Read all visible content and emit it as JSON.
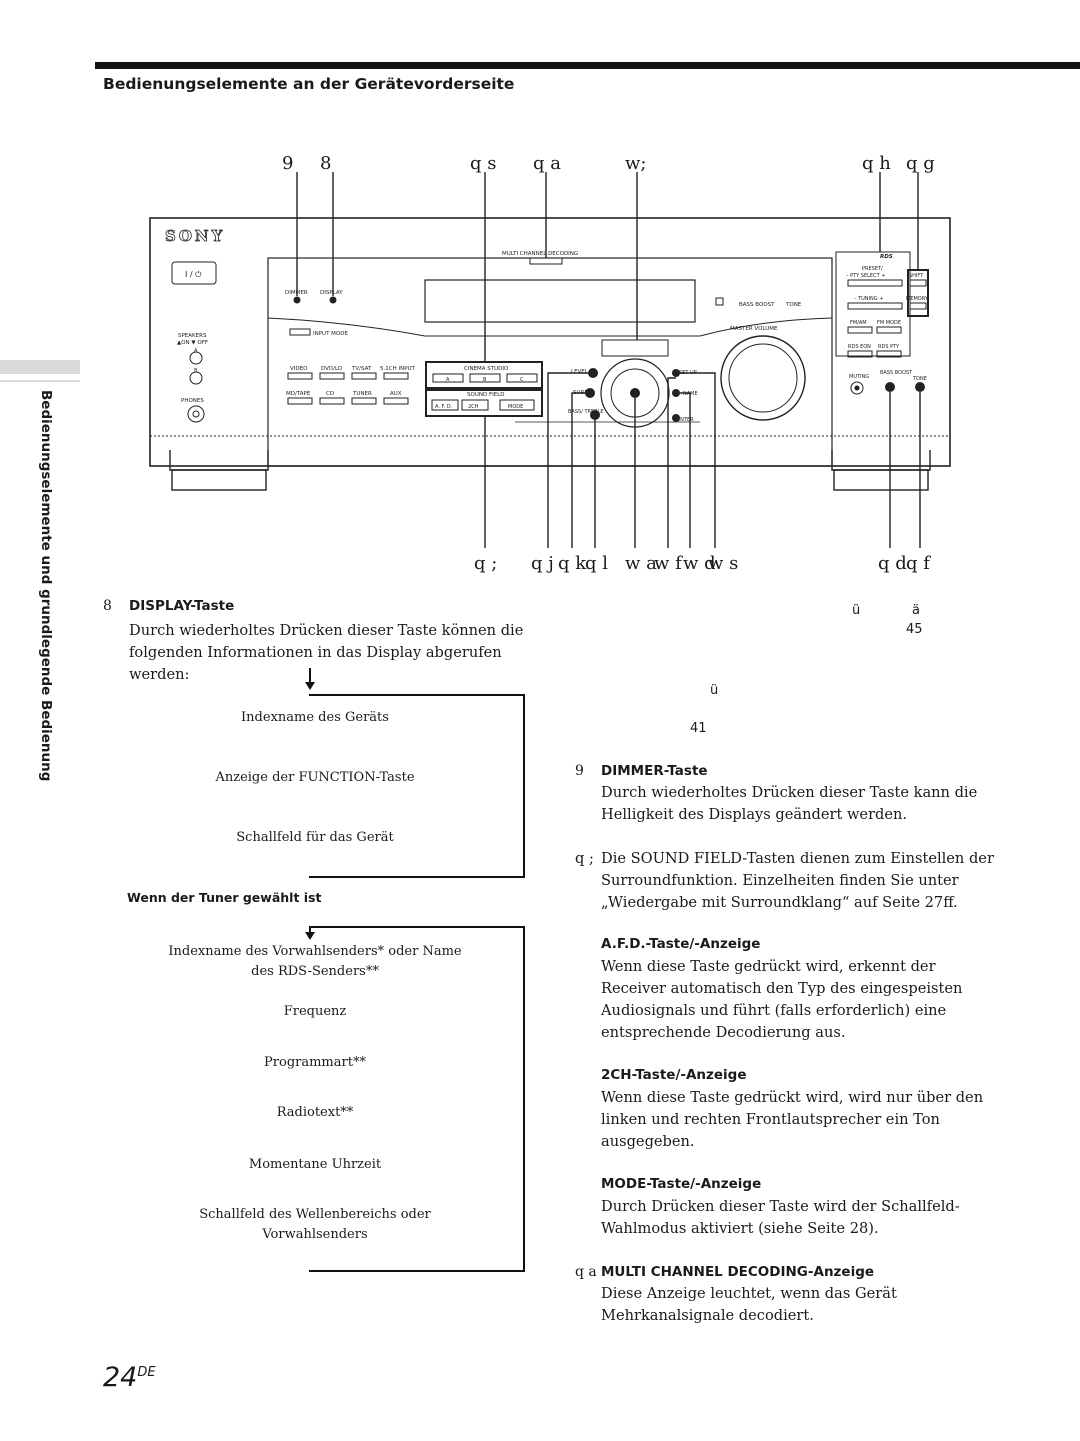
{
  "header": {
    "section_title": "Bedienungselemente an der Gerätevorderseite",
    "side_title": "Bedienungselemente und grundlegende Bedienung"
  },
  "callouts": {
    "top": [
      "9",
      "8",
      "q s",
      "q a",
      "w;",
      "q h",
      "q g"
    ],
    "bottom": [
      "q ;",
      "q j",
      "q k",
      "q l",
      "w a",
      "w f",
      "w d",
      "w s",
      "q d",
      "q f"
    ]
  },
  "panel": {
    "brand": "SONY",
    "power_label": "I / ⏻",
    "multi_channel": "MULTI CHANNEL DECODING",
    "dimmer": "DIMMER",
    "display": "DISPLAY",
    "speakers": "SPEAKERS",
    "speakers_state": "▲ON ▼ OFF",
    "spk_a": "A",
    "spk_b": "B",
    "phones": "PHONES",
    "input_mode": "INPUT MODE",
    "inputs_row1": [
      "VIDEO",
      "DVD/LD",
      "TV/SAT",
      "5.1CH INPUT"
    ],
    "inputs_row2": [
      "MD/TAPE",
      "CD",
      "TUNER",
      "AUX"
    ],
    "cinema_studio": "CINEMA STUDIO",
    "cinema_abc": [
      "A",
      "B",
      "C"
    ],
    "sound_field": "SOUND FIELD",
    "sf_buttons": [
      "A. F. D.",
      "2CH",
      "MODE"
    ],
    "level": "LEVEL",
    "surr": "SURR",
    "bass_treble": "BASS/ TREBLE",
    "set_up": "SET UP",
    "name": "NAME",
    "enter": "ENTER",
    "bass_boost_ind": "BASS BOOST",
    "tone_ind": "TONE",
    "master_volume": "MASTER VOLUME",
    "rds_logo": "RDS",
    "preset": "PRESET/",
    "pty_select": "–  PTY SELECT  +",
    "shift": "SHIFT",
    "tuning": "–   TUNING   +",
    "memory": "MEMORY",
    "fm_am": "FM/AM",
    "fm_mode": "FM MODE",
    "rds_eon": "RDS EON",
    "rds_pty": "RDS PTY",
    "muting": "MUTING",
    "bass_boost": "BASS BOOST",
    "tone": "TONE"
  },
  "display_taste": {
    "num": "8",
    "title": "DISPLAY-Taste",
    "text": "Durch wiederholtes Drücken dieser Taste können die folgenden Informationen in das Display abgerufen werden:",
    "flow1": [
      "Indexname des Geräts",
      "Anzeige der FUNCTION-Taste",
      "Schallfeld für das Gerät"
    ],
    "tuner_head": "Wenn der Tuner gewählt ist",
    "flow2": [
      "Indexname des Vorwahlsenders* oder Name des RDS-Senders**",
      "Frequenz",
      "Programmart**",
      "Radiotext**",
      "Momentane Uhrzeit",
      "Schallfeld des Wellenbereichs oder Vorwahlsenders"
    ]
  },
  "right_column_fragments": {
    "f1": "ü",
    "f2": "ä",
    "f3": "45",
    "f4": "ü",
    "f5": "41"
  },
  "dimmer_taste": {
    "num": "9",
    "title": "DIMMER-Taste",
    "text": "Durch wiederholtes Drücken dieser Taste kann die Helligkeit des Displays geändert werden."
  },
  "sound_field_tasten": {
    "num": "q ;",
    "text": "Die SOUND FIELD-Tasten dienen zum Einstellen der Surroundfunktion. Einzelheiten finden Sie unter „Wiedergabe mit Surroundklang“ auf Seite 27ff."
  },
  "afd": {
    "title": "A.F.D.-Taste/-Anzeige",
    "text": "Wenn diese Taste gedrückt wird, erkennt der Receiver automatisch den Typ des eingespeisten Audiosignals und führt (falls erforderlich) eine entsprechende Decodierung aus."
  },
  "twoch": {
    "title": "2CH-Taste/-Anzeige",
    "text": "Wenn diese Taste gedrückt wird, wird nur über den linken und rechten Frontlautsprecher ein Ton ausgegeben."
  },
  "mode": {
    "title": "MODE-Taste/-Anzeige",
    "text": "Durch Drücken dieser Taste wird der Schallfeld-Wahlmodus aktiviert (siehe Seite 28)."
  },
  "mcd": {
    "num": "q a",
    "title": "MULTI CHANNEL DECODING-Anzeige",
    "text": "Diese Anzeige leuchtet, wenn das Gerät Mehrkanalsignale decodiert."
  },
  "page": {
    "number": "24",
    "suffix": "DE"
  }
}
